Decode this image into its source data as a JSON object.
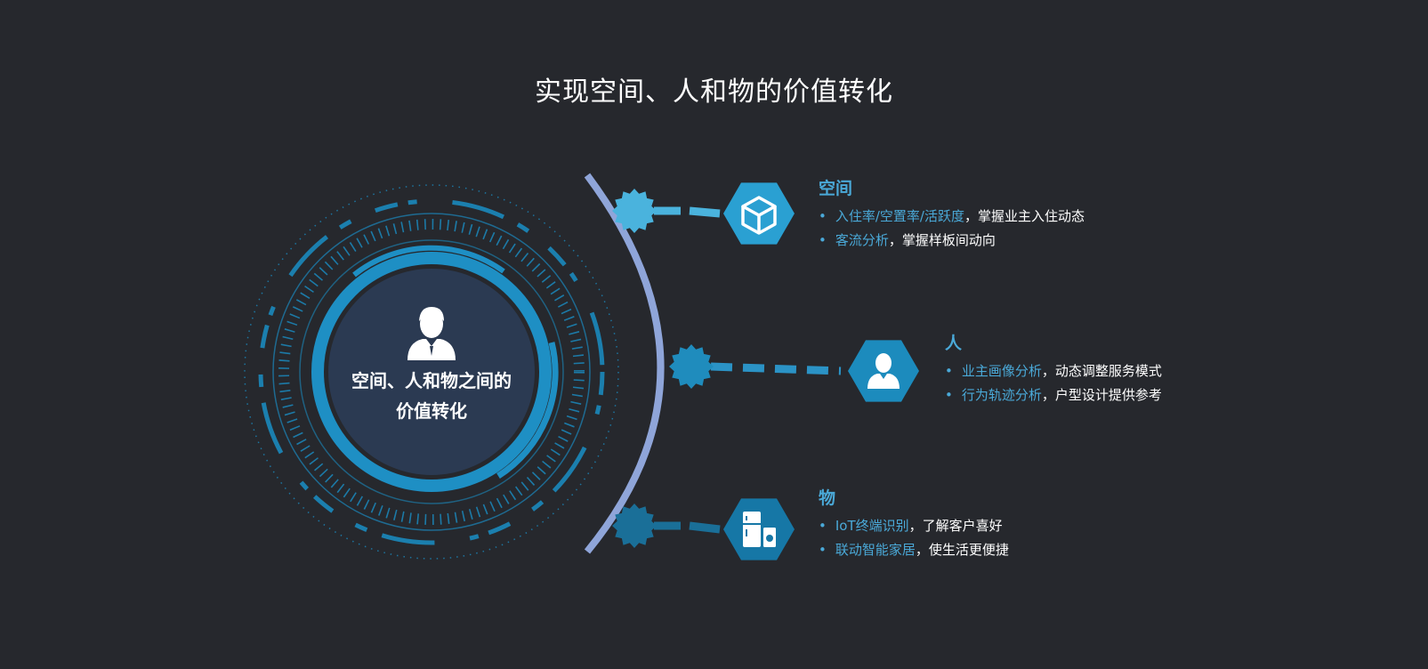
{
  "title": "实现空间、人和物的价值转化",
  "center": {
    "line1": "空间、人和物之间的",
    "line2": "价值转化",
    "icon": "person-suit-icon"
  },
  "branches": [
    {
      "key": "space",
      "title": "空间",
      "icon": "box-icon",
      "bullets": [
        {
          "highlight": "入住率/空置率/活跃度",
          "rest": "，掌握业主入住动态"
        },
        {
          "highlight": "客流分析",
          "rest": "，掌握样板间动向"
        }
      ]
    },
    {
      "key": "people",
      "title": "人",
      "icon": "person-suit-icon",
      "bullets": [
        {
          "highlight": "业主画像分析",
          "rest": "，动态调整服务模式"
        },
        {
          "highlight": "行为轨迹分析",
          "rest": "，户型设计提供参考"
        }
      ]
    },
    {
      "key": "things",
      "title": "物",
      "icon": "appliance-icon",
      "bullets": [
        {
          "highlight": "IoT终端识别",
          "rest": "，了解客户喜好"
        },
        {
          "highlight": "联动智能家居",
          "rest": "，使生活更便捷"
        }
      ]
    }
  ],
  "colors": {
    "background": "#26282d",
    "accent": "#4aa9d8",
    "hub_ring": "#1b88bd",
    "arc": "#8fa5d9",
    "hex": "#1c84b3",
    "hub_fill": "#2b3a52"
  }
}
